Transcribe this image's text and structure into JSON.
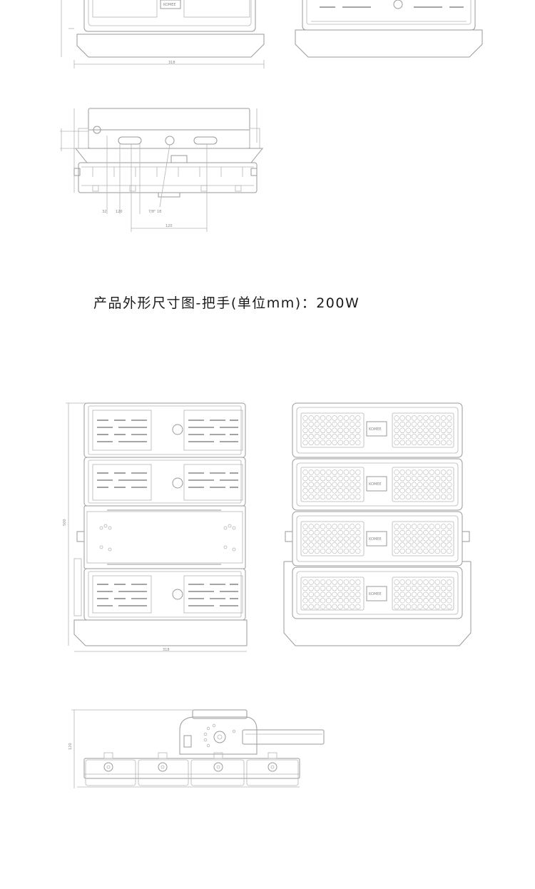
{
  "caption": "产品外形尺寸图-把手(单位mm)：200W",
  "top_figure": {
    "dim_width": "318",
    "logo": "KOMEE"
  },
  "side_figure": {
    "dim_thread": "7/8\" 18",
    "dim_spacing": "120",
    "dim_a": "32",
    "dim_b": "120"
  },
  "main_figure": {
    "dim_height": "500",
    "dim_width": "318",
    "logo": "KOMEE",
    "dim_side": "120"
  }
}
